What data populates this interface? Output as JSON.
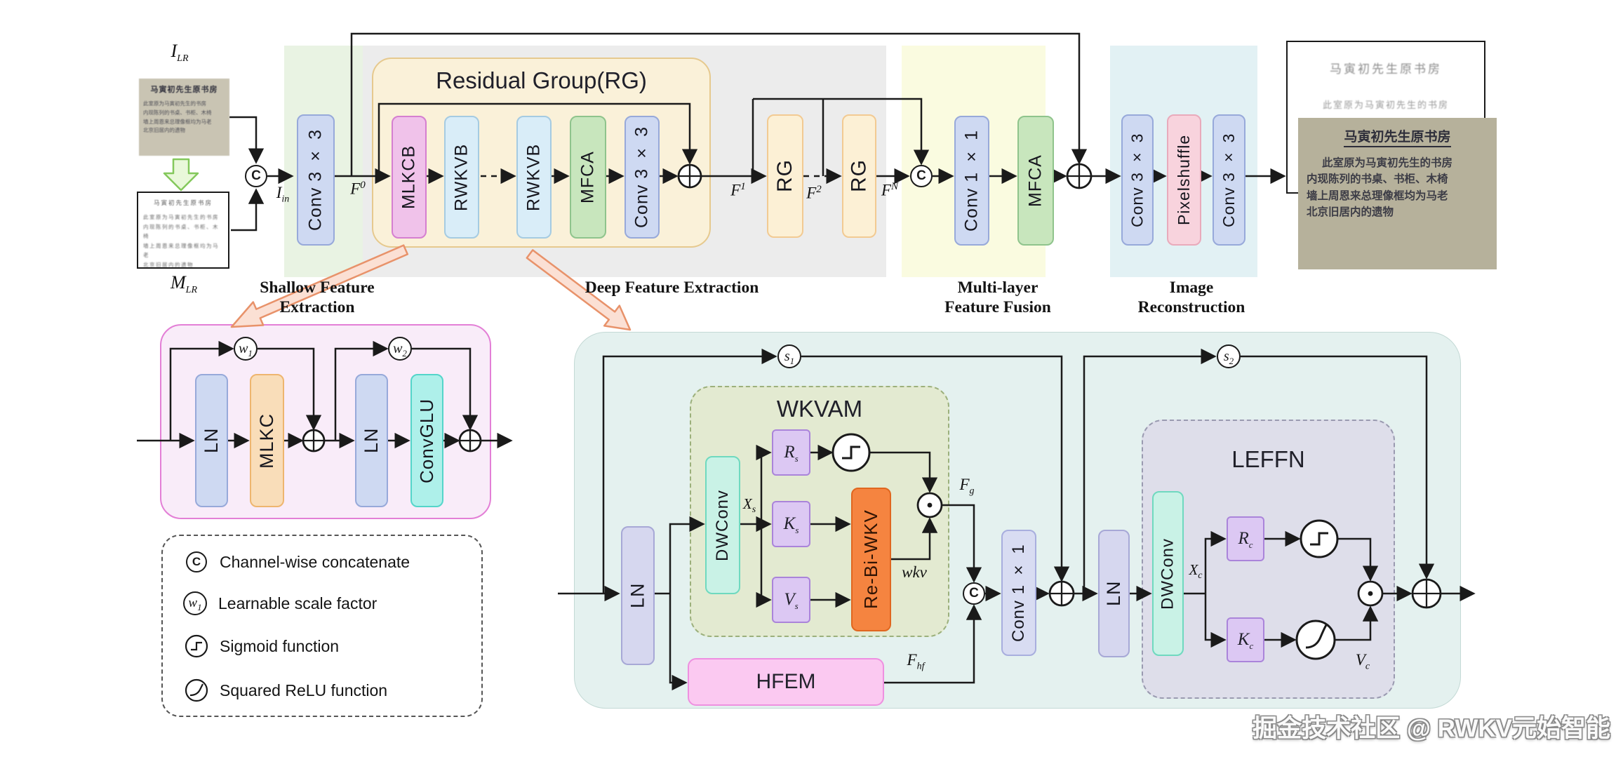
{
  "colors": {
    "band_shallow": "#e9f3e3",
    "band_deep": "#ececec",
    "band_fusion": "#fafbe0",
    "band_recon": "#e2f1f4",
    "rg_container": "#faf1d9",
    "mlkcb_container": "#f9ecf9",
    "rwkvb_container": "#e4f1ef",
    "wkvam_container": "#e3ead1",
    "leffn_container": "#dedeea",
    "block_blue": "#ced9f2",
    "block_cyan": "#d9edf8",
    "block_pink": "#f0c2ea",
    "block_green": "#c8e6bd",
    "block_orange": "#f58440",
    "block_hfem": "#fbc9f1",
    "block_mint": "#c9f2e6",
    "block_purple": "#dcc8f3",
    "arrow_pink_fill": "#fbe0d4",
    "arrow_pink_stroke": "#e8926a",
    "line": "#1a1a1a"
  },
  "stages": {
    "shallow": [
      "Shallow Feature",
      "Extraction"
    ],
    "deep": [
      "Deep Feature Extraction"
    ],
    "fusion": [
      "Multi-layer",
      "Feature Fusion"
    ],
    "recon": [
      "Image",
      "Reconstruction"
    ]
  },
  "top": {
    "ilr": {
      "base": "I",
      "sub": "LR"
    },
    "mlr": {
      "base": "M",
      "sub": "LR"
    },
    "iin": {
      "base": "I",
      "sub": "in"
    },
    "f0": {
      "base": "F",
      "sup": "0"
    },
    "f1": {
      "base": "F",
      "sup": "1"
    },
    "f2": {
      "base": "F",
      "sup": "2"
    },
    "fn": {
      "base": "F",
      "sup": "N"
    },
    "concat": "C",
    "conv3": "Conv 3 × 3",
    "conv1": "Conv 1 × 1",
    "rg_title": "Residual Group(RG)",
    "rg": "RG",
    "mlkcb": "MLKCB",
    "rwkvb": "RWKVB",
    "mfca": "MFCA",
    "pixelshuffle": "Pixelshuffle"
  },
  "mlkcb": {
    "ln": "LN",
    "mlkc": "MLKC",
    "convglu": "ConvGLU",
    "w1": {
      "base": "w",
      "sub": "1"
    },
    "w2": {
      "base": "w",
      "sub": "2"
    }
  },
  "legend": {
    "concat_symbol": "C",
    "w_symbol": {
      "base": "w",
      "sub": "1"
    },
    "items": [
      "Channel-wise concatenate",
      "Learnable scale factor",
      "Sigmoid function",
      "Squared ReLU function"
    ]
  },
  "rwkvb": {
    "s1": {
      "base": "s",
      "sub": "1"
    },
    "s2": {
      "base": "s",
      "sub": "2"
    },
    "ln": "LN",
    "dwconv": "DWConv",
    "wkvam": "WKVAM",
    "leffn": "LEFFN",
    "rs": {
      "base": "R",
      "sub": "s"
    },
    "ks": {
      "base": "K",
      "sub": "s"
    },
    "vs": {
      "base": "V",
      "sub": "s"
    },
    "rc": {
      "base": "R",
      "sub": "c"
    },
    "kc": {
      "base": "K",
      "sub": "c"
    },
    "xs": {
      "base": "X",
      "sub": "s"
    },
    "xc": {
      "base": "X",
      "sub": "c"
    },
    "vc": {
      "base": "V",
      "sub": "c"
    },
    "rebiwkv": "Re-Bi-WKV",
    "wkv": "wkv",
    "fg": {
      "base": "F",
      "sub": "g"
    },
    "hfem": "HFEM",
    "fhf": {
      "base": "F",
      "sub": "hf"
    },
    "conv1": "Conv 1 × 1",
    "concat": "C"
  },
  "images": {
    "title": "马寅初先生原书房",
    "body": [
      "此室原为马寅初先生的书房",
      "内现陈列的书桌、书柜、木椅",
      "墙上周恩来总理像框均为马老",
      "北京旧居内的遗物"
    ],
    "degraded_line1": "马寅初先生原书房",
    "degraded_line2": "此室原为马寅初先生的书房"
  },
  "watermark": "掘金技术社区 @ RWKV元始智能"
}
